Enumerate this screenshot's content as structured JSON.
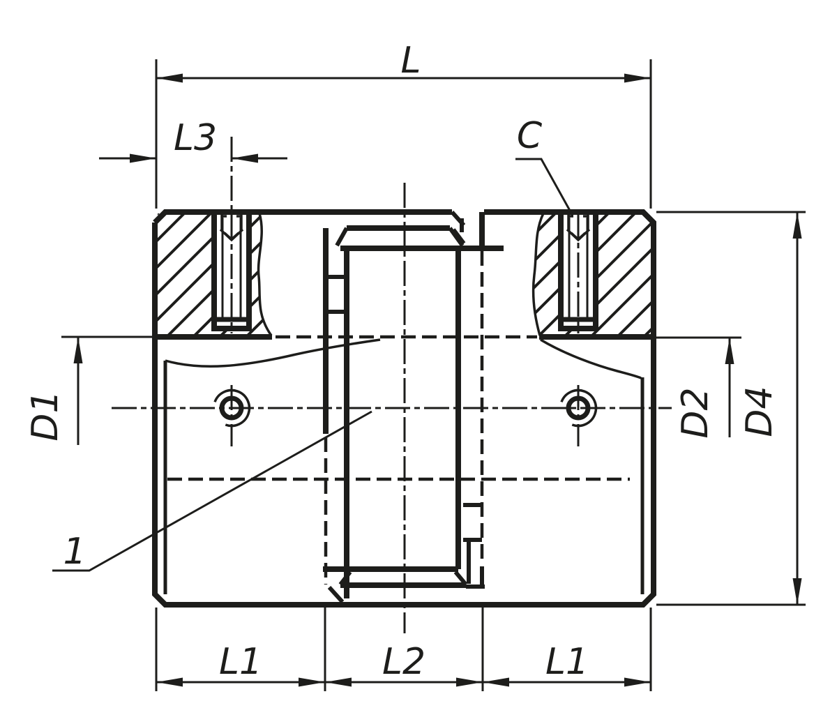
{
  "colors": {
    "line": "#1d1d1b",
    "background": "#ffffff"
  },
  "labels": {
    "overall_length": "L",
    "screw_position": "L3",
    "chamfer_callout": "C",
    "bore_left": "D1",
    "bore_right": "D2",
    "outer_diameter": "D4",
    "hub_length_left": "L1",
    "spider_length": "L2",
    "hub_length_right": "L1",
    "item_callout": "1"
  }
}
